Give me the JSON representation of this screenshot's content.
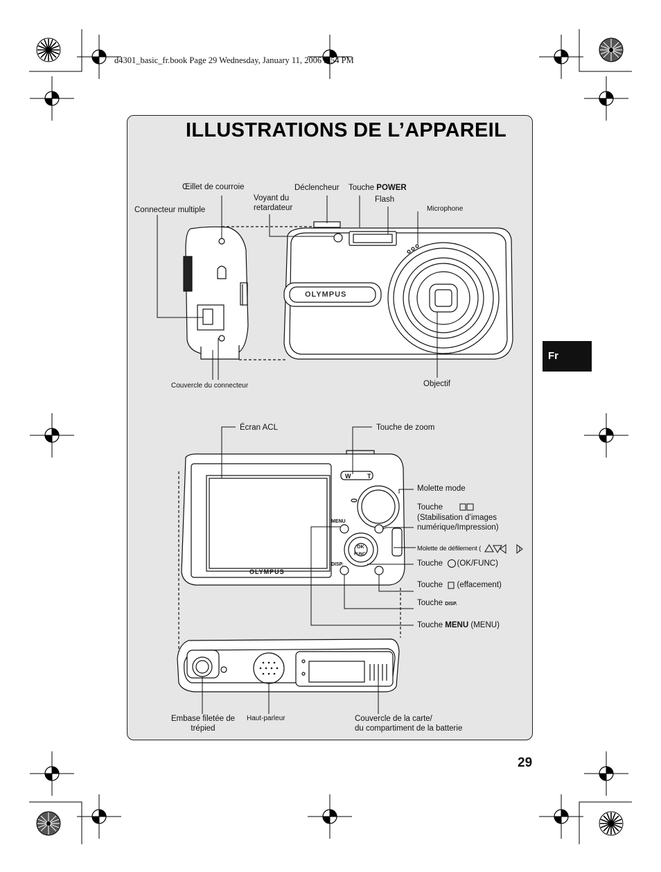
{
  "header": {
    "file_info": "d4301_basic_fr.book  Page 29  Wednesday, January 11, 2006  3:54 PM"
  },
  "title": "ILLUSTRATIONS DE L’APPAREIL",
  "side_tab": "Fr",
  "page_number": "29",
  "front_labels": {
    "oeillet": "Œillet de courroie",
    "declencheur": "Déclencheur",
    "touche_power_prefix": "Touche",
    "touche_power_key": "POWER",
    "connecteur": "Connecteur multiple",
    "voyant_1": "Voyant du",
    "voyant_2": "retardateur",
    "flash": "Flash",
    "microphone": "Microphone",
    "couvercle_connecteur": "Couvercle du connecteur",
    "objectif": "Objectif",
    "brand": "OLYMPUS"
  },
  "back_labels": {
    "ecran": "Écran ACL",
    "zoom": "Touche de zoom",
    "zoom_w": "W",
    "zoom_t": "T",
    "molette_mode": "Molette mode",
    "stab_1": "Touche",
    "stab_2": "(Stabilisation d’images",
    "stab_3": "numérique/Impression)",
    "molette_defil": "Molette de défilement (",
    "molette_defil_end": ")",
    "ok_func_prefix": "Touche",
    "ok_func": "(OK/FUNC)",
    "effacement_prefix": "Touche",
    "effacement": "(effacement)",
    "disp_prefix": "Touche",
    "menu_prefix": "Touche",
    "menu_key": "MENU",
    "menu_suffix": "(MENU)",
    "btn_menu": "MENU",
    "btn_disp": "DISP.",
    "btn_ok": "OK",
    "btn_func": "FUNC",
    "brand": "OLYMPUS"
  },
  "bottom_labels": {
    "embase_1": "Embase filetée de",
    "embase_2": "trépied",
    "haut_parleur": "Haut-parleur",
    "couvercle_1": "Couvercle de la carte/",
    "couvercle_2": "du compartiment de la batterie"
  }
}
